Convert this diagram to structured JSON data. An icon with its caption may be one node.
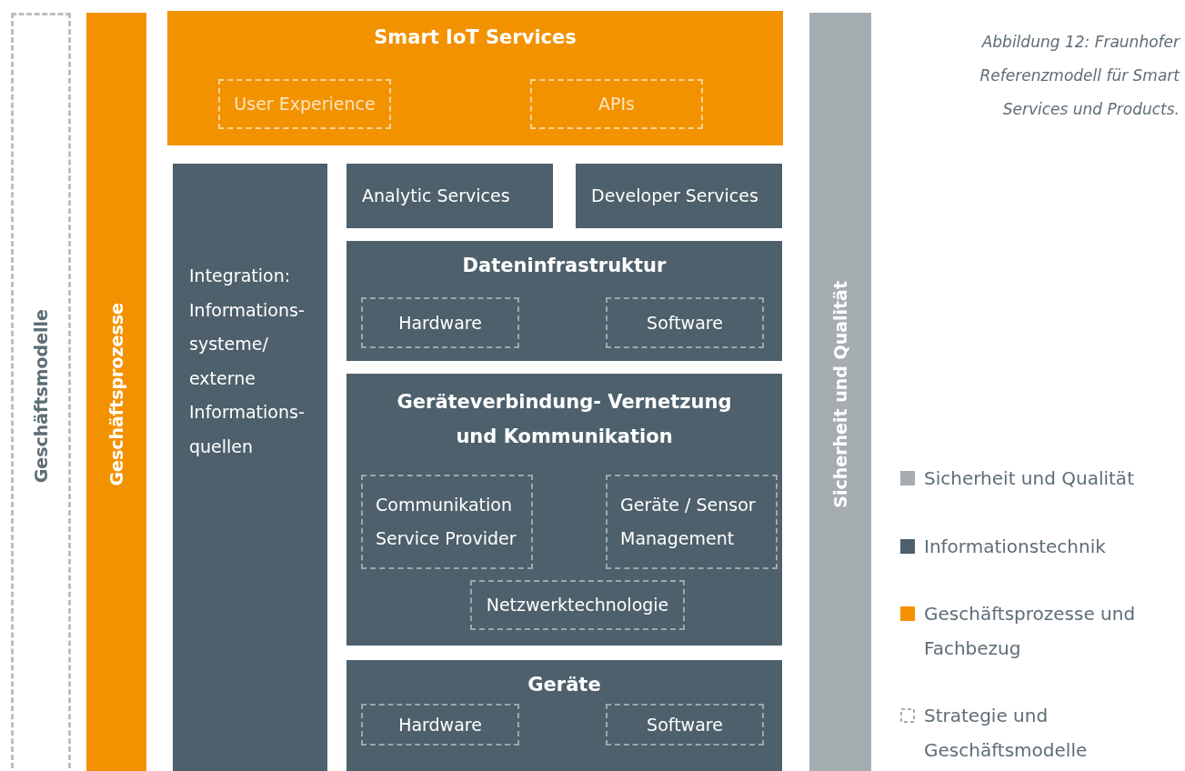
{
  "diagram": {
    "caption": "Abbildung 12: Fraunhofer Referenzmodell für Smart Services und Products.",
    "nodes": [
      {
        "text": [
          "Geschäftsmodelle"
        ]
      },
      {
        "text": [
          "Geschäftsprozesse"
        ]
      },
      {
        "text": [
          "Smart IoT Services"
        ]
      },
      {
        "text": [
          "User Experience"
        ],
        "in": 2
      },
      {
        "text": [
          "APIs"
        ],
        "in": 2
      },
      {
        "text": [
          "Integration: Informations- systeme/ externe Informations- quellen"
        ]
      },
      {
        "text": [
          "Analytic Services"
        ]
      },
      {
        "text": [
          "Developer Services"
        ]
      },
      {
        "text": [
          "Dateninfrastruktur"
        ]
      },
      {
        "text": [
          "Hardware"
        ],
        "in": 8
      },
      {
        "text": [
          "Software"
        ],
        "in": 8
      },
      {
        "text": [
          "Geräteverbindung- Vernetzung und Kommunikation"
        ]
      },
      {
        "text": [
          "Communikation Service Provider"
        ],
        "in": 11
      },
      {
        "text": [
          "Geräte / Sensor Management"
        ],
        "in": 11
      },
      {
        "text": [
          "Netzwerktechnologie"
        ],
        "in": 11
      },
      {
        "text": [
          "Geräte"
        ]
      },
      {
        "text": [
          "Hardware"
        ],
        "in": 15
      },
      {
        "text": [
          "Software"
        ],
        "in": 15
      },
      {
        "text": [
          "Sicherheit und Qualität"
        ]
      }
    ],
    "legend": [
      {
        "text": "Sicherheit und Qualität",
        "color": "#a5adb1"
      },
      {
        "text": "Informationstechnik",
        "color": "#4d606b"
      },
      {
        "text": "Geschäftsprozesse und Fachbezug",
        "color": "#f39200"
      },
      {
        "text": "Strategie und Geschäftsmodelle"
      }
    ]
  }
}
